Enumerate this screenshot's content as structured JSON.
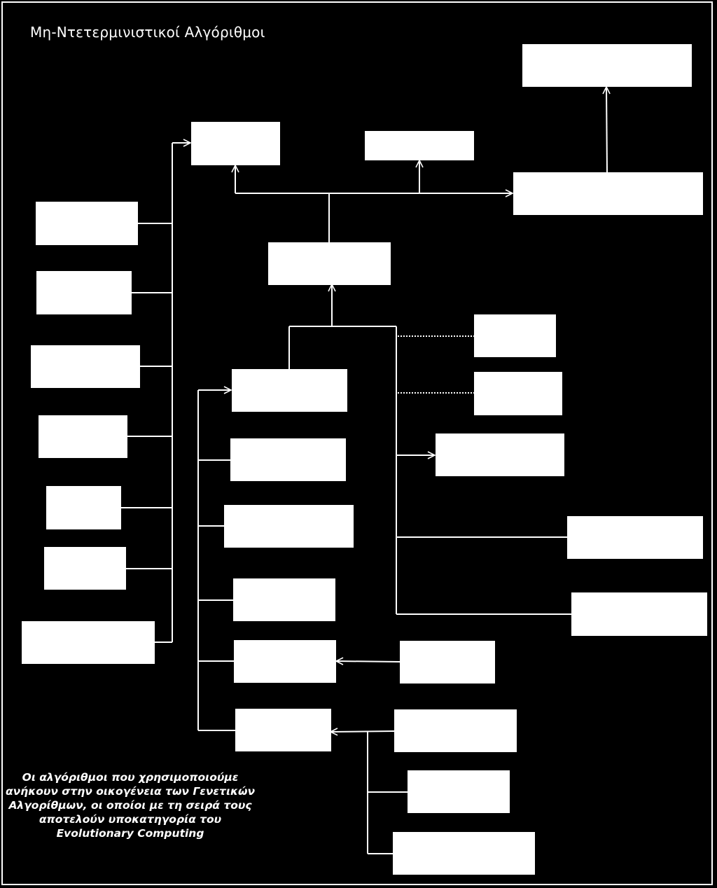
{
  "title": "Μη-Ντετερμινιστικοί Αλγόριθμοι",
  "caption": {
    "lines": [
      "Οι αλγόριθμοι που χρησιμοποιούμε",
      "ανήκουν στην οικογένεια των Γενετικών",
      "Αλγορίθμων, οι οποίοι με τη σειρά τους",
      "αποτελούν υποκατηγορία του",
      "Evolutionary Computing"
    ]
  },
  "colors": {
    "background": "#000000",
    "box_fill": "#ffffff",
    "connector": "#ffffff"
  }
}
